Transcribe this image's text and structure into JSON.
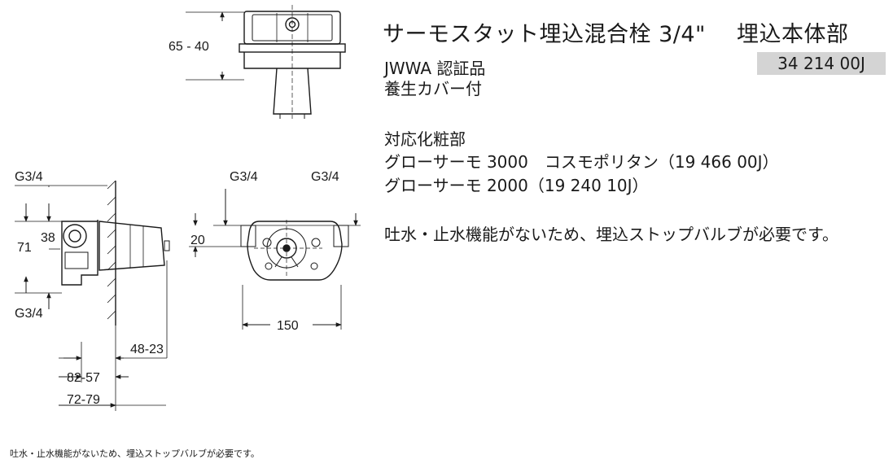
{
  "product": {
    "title": "サーモスタット埋込混合栓 3/4\"",
    "title_part": "埋込本体部",
    "code": "34 214 00J",
    "cert": "JWWA 認証品",
    "cover": "養生カバー付"
  },
  "compat": {
    "heading": "対応化粧部",
    "items": [
      "グローサーモ 3000　コスモポリタン（19 466 00J）",
      "グローサーモ 2000（19 240 10J）"
    ]
  },
  "requirement_note": "吐水・止水機能がないため、埋込ストップバルブが必要です。",
  "footer_note": "吐水・止水機能がないため、埋込ストップバルブが必要です。",
  "dimensions": {
    "top_depth": "65 - 40",
    "thread_top": "G3/4",
    "thread_bottom": "G3/4",
    "height_71": "71",
    "height_38": "38",
    "depth_48_23": "48-23",
    "depth_82_57": "82-57",
    "depth_72_79": "72-79",
    "front_thread_left": "G3/4",
    "front_thread_right": "G3/4",
    "front_height_20": "20",
    "front_width_150": "150"
  }
}
